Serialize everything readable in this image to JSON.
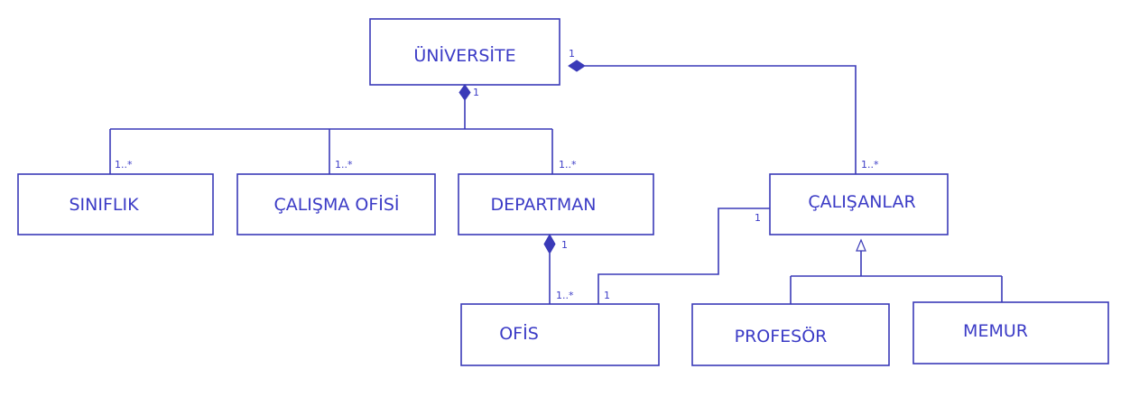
{
  "classes": {
    "universite": "ÜNİVERSİTE",
    "siniflik": "SINIFLIK",
    "calisma_ofisi": "ÇALIŞMA OFİSİ",
    "departman": "DEPARTMAN",
    "calisanlar": "ÇALIŞANLAR",
    "ofis": "OFİS",
    "profesor": "PROFESÖR",
    "memur": "MEMUR"
  },
  "multiplicities": {
    "universite_bottom": "1",
    "universite_right": "1",
    "siniflik": "1..*",
    "calisma_ofisi": "1..*",
    "departman_top": "1..*",
    "calisanlar_top": "1..*",
    "calisanlar_left": "1",
    "departman_bottom": "1",
    "ofis_top": "1..*",
    "ofis_right": "1"
  },
  "colors": {
    "line": "#3a3ab8",
    "text": "#3b3bc6",
    "background": "#ffffff"
  }
}
